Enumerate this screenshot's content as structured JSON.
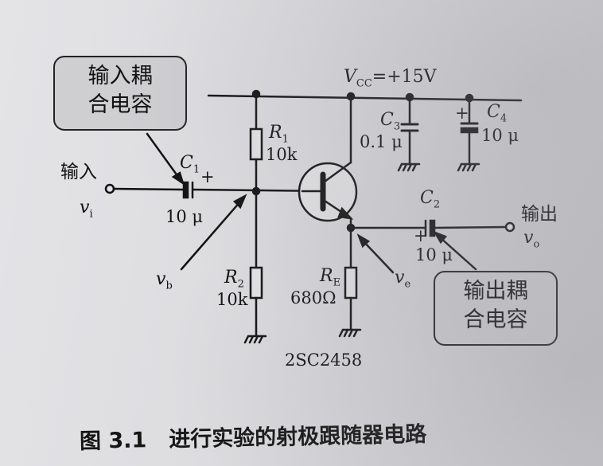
{
  "supply": {
    "label": "V",
    "sub": "CC",
    "value": "=+15V"
  },
  "components": {
    "r1": {
      "ref": "R",
      "sub": "1",
      "value": "10k"
    },
    "r2": {
      "ref": "R",
      "sub": "2",
      "value": "10k"
    },
    "re": {
      "ref": "R",
      "sub": "E",
      "value": "680Ω"
    },
    "c1": {
      "ref": "C",
      "sub": "1",
      "value": "10 μ"
    },
    "c2": {
      "ref": "C",
      "sub": "2",
      "value": "10 μ"
    },
    "c3": {
      "ref": "C",
      "sub": "3",
      "value": "0.1 μ"
    },
    "c4": {
      "ref": "C",
      "sub": "4",
      "value": "10 μ"
    },
    "transistor": "2SC2458"
  },
  "terminals": {
    "input": "输入",
    "vi": "v",
    "vi_sub": "i",
    "output": "输出",
    "vo": "v",
    "vo_sub": "o",
    "vb": "v",
    "vb_sub": "b",
    "ve": "v",
    "ve_sub": "e",
    "plus": "+"
  },
  "callouts": {
    "input_cap": [
      "输入耦",
      "合电容"
    ],
    "output_cap": [
      "输出耦",
      "合电容"
    ]
  },
  "caption": {
    "number": "图 3.1",
    "text": "进行实验的射极跟随器电路"
  }
}
